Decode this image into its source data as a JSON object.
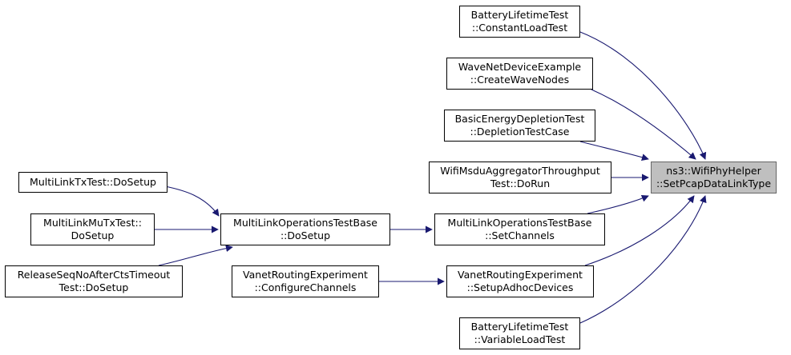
{
  "colors": {
    "edge": "#191970",
    "node_border": "#000000",
    "root_fill": "#bfbfbf",
    "node_fill": "#ffffff"
  },
  "nodes": [
    {
      "id": "root",
      "lines": [
        "ns3::WifiPhyHelper",
        "::SetPcapDataLinkType"
      ]
    },
    {
      "id": "battery_constant",
      "lines": [
        "BatteryLifetimeTest",
        "::ConstantLoadTest"
      ]
    },
    {
      "id": "wave_create",
      "lines": [
        "WaveNetDeviceExample",
        "::CreateWaveNodes"
      ]
    },
    {
      "id": "basic_energy",
      "lines": [
        "BasicEnergyDepletionTest",
        "::DepletionTestCase"
      ]
    },
    {
      "id": "wifi_msdu",
      "lines": [
        "WifiMsduAggregatorThroughput",
        "Test::DoRun"
      ]
    },
    {
      "id": "mlo_setchannels",
      "lines": [
        "MultiLinkOperationsTestBase",
        "::SetChannels"
      ]
    },
    {
      "id": "vanet_setup",
      "lines": [
        "VanetRoutingExperiment",
        "::SetupAdhocDevices"
      ]
    },
    {
      "id": "battery_variable",
      "lines": [
        "BatteryLifetimeTest",
        "::VariableLoadTest"
      ]
    },
    {
      "id": "mlo_dosetup",
      "lines": [
        "MultiLinkOperationsTestBase",
        "::DoSetup"
      ]
    },
    {
      "id": "vanet_configure",
      "lines": [
        "VanetRoutingExperiment",
        "::ConfigureChannels"
      ]
    },
    {
      "id": "mltx",
      "lines": [
        "MultiLinkTxTest::DoSetup"
      ]
    },
    {
      "id": "mlmutx",
      "lines": [
        "MultiLinkMuTxTest::",
        "DoSetup"
      ]
    },
    {
      "id": "releaseseq",
      "lines": [
        "ReleaseSeqNoAfterCtsTimeout",
        "Test::DoSetup"
      ]
    }
  ],
  "edges": [
    {
      "from": "battery_constant",
      "to": "root"
    },
    {
      "from": "wave_create",
      "to": "root"
    },
    {
      "from": "basic_energy",
      "to": "root"
    },
    {
      "from": "wifi_msdu",
      "to": "root"
    },
    {
      "from": "mlo_setchannels",
      "to": "root"
    },
    {
      "from": "vanet_setup",
      "to": "root"
    },
    {
      "from": "battery_variable",
      "to": "root"
    },
    {
      "from": "mlo_dosetup",
      "to": "mlo_setchannels"
    },
    {
      "from": "vanet_configure",
      "to": "vanet_setup"
    },
    {
      "from": "mltx",
      "to": "mlo_dosetup"
    },
    {
      "from": "mlmutx",
      "to": "mlo_dosetup"
    },
    {
      "from": "releaseseq",
      "to": "mlo_dosetup"
    }
  ]
}
